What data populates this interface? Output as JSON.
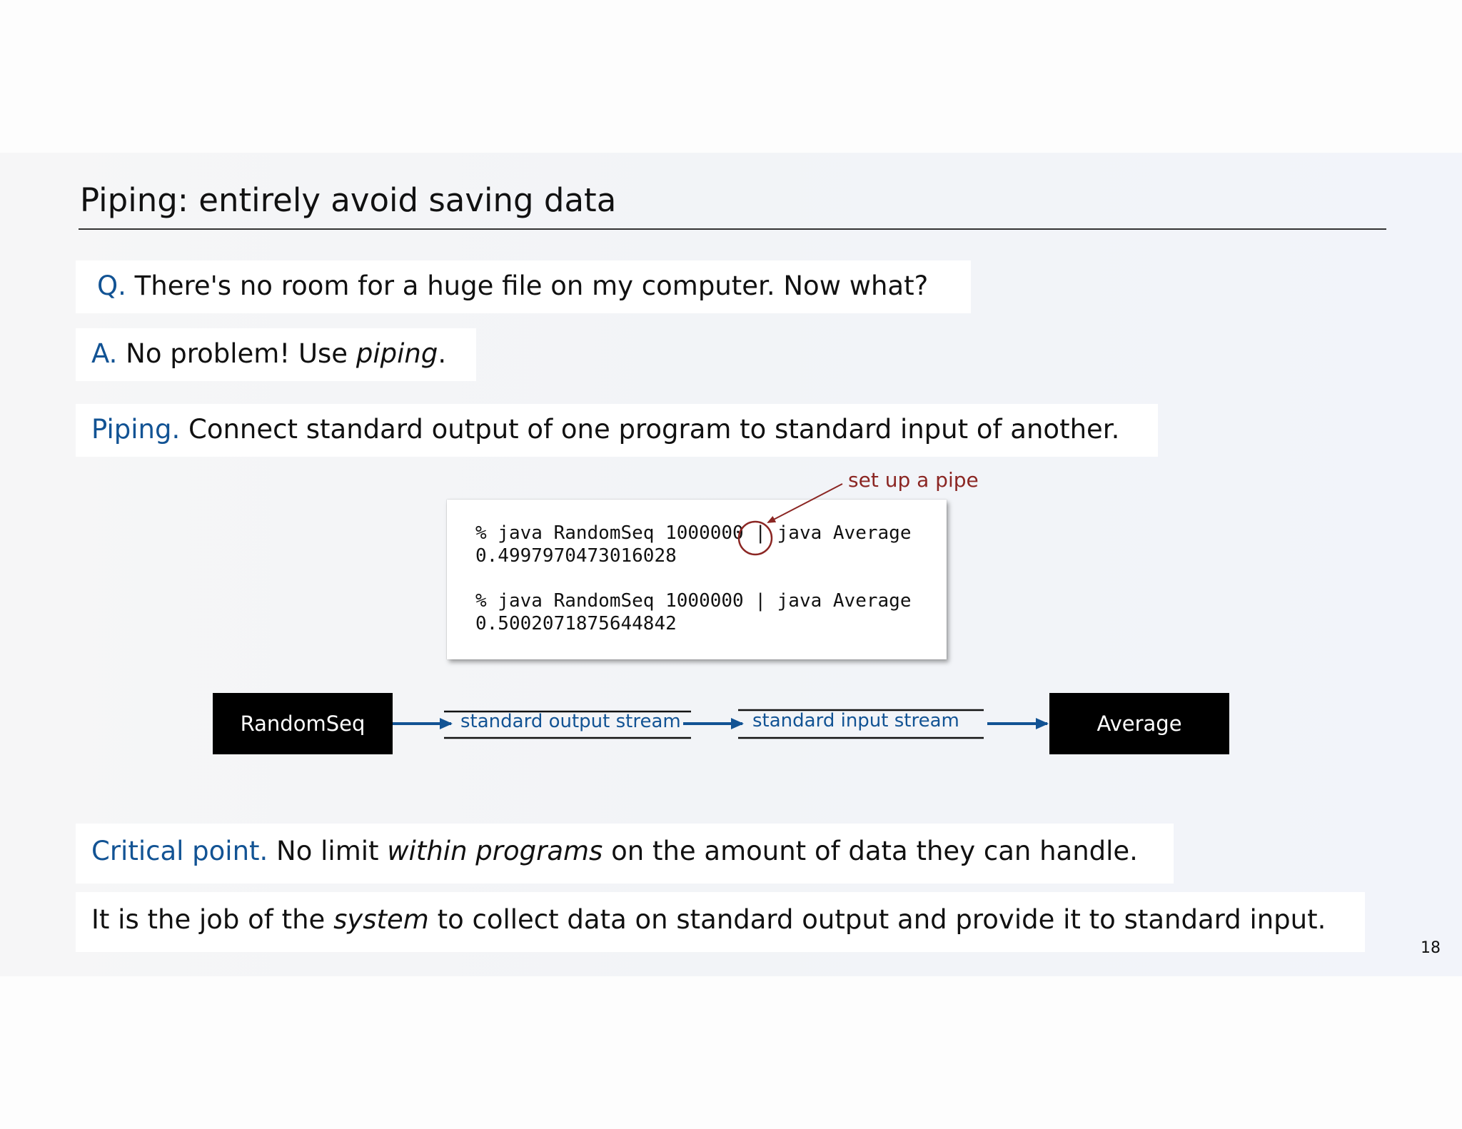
{
  "slide": {
    "title": "Piping: entirely avoid saving data",
    "page_number": "18"
  },
  "question": {
    "lead": "Q.",
    "text": " There's no room for a huge file on my computer. Now what?"
  },
  "answer": {
    "lead": "A.",
    "text": " No problem! Use ",
    "emphasis": "piping",
    "tail": "."
  },
  "piping_def": {
    "lead": "Piping.",
    "text": " Connect standard output of one program to standard input of another."
  },
  "terminal": {
    "lines": [
      "% java RandomSeq 1000000 | java Average",
      "0.4997970473016028",
      "",
      "% java RandomSeq 1000000 | java Average",
      "0.5002071875644842"
    ],
    "annotation": "set up a pipe"
  },
  "diagram": {
    "source_program": "RandomSeq",
    "output_stream": "standard output stream",
    "input_stream": "standard input stream",
    "target_program": "Average",
    "arrow_color": "#125394"
  },
  "critical": {
    "lead": "Critical point.",
    "text_a": " No limit ",
    "emphasis": "within programs",
    "text_b": " on the amount of data they can handle."
  },
  "system_note": {
    "text_a": "It is the job of the ",
    "emphasis": "system",
    "text_b": " to collect data on standard output and provide it to standard input."
  },
  "colors": {
    "accent_blue": "#125394",
    "annotation_red": "#8b2623"
  }
}
